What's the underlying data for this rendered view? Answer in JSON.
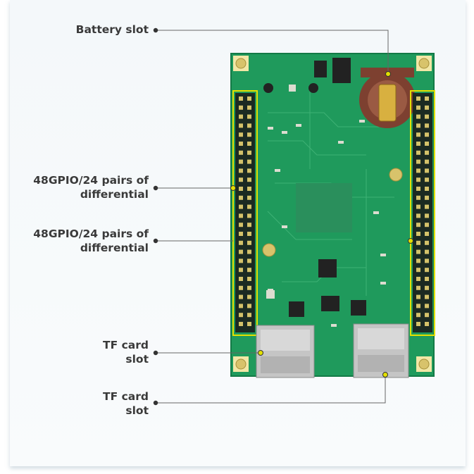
{
  "labels": {
    "battery_slot": {
      "line1": "Battery slot"
    },
    "gpio_top": {
      "line1": "48GPIO/24 pairs of",
      "line2": "differential"
    },
    "gpio_bottom": {
      "line1": "48GPIO/24 pairs of",
      "line2": "differential"
    },
    "tf_card_1": {
      "line1": "TF card",
      "line2": "slot"
    },
    "tf_card_2": {
      "line1": "TF card",
      "line2": "slot"
    }
  },
  "colors": {
    "pcb": "#1f9a5c",
    "pcb_dark": "#137a46",
    "header_gold": "#c9b54a",
    "battery_holder": "#8a4a35",
    "highlight_box": "#e3e000",
    "leader_line": "#666666"
  }
}
